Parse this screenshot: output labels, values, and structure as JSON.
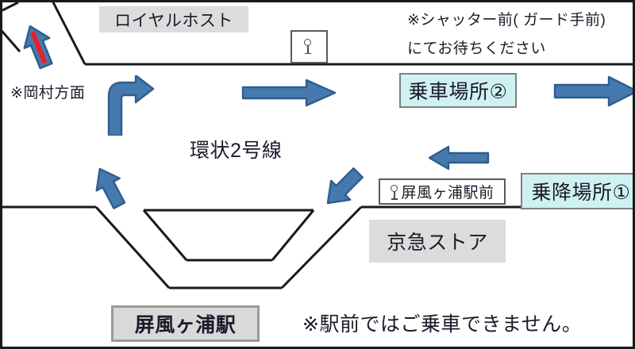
{
  "diagram": {
    "title_area": "Station bus boarding-area map",
    "colors": {
      "arrow_fill": "#4679ad",
      "arrow_stroke": "#2f5d8e",
      "arrow_red_stripe": "#e8202a",
      "highlight_cyan": "#cff1f2",
      "label_gray": "#dcdcdc",
      "road_line": "#1a1a1a",
      "border": "#1a1a1a"
    },
    "labels": {
      "royal_host": "ロイヤルホスト",
      "shutter_note_line1": "※シャッター前( ガード手前)",
      "shutter_note_line2": "にてお待ちください",
      "okamura_direction": "※岡村方面",
      "route_name": "環状2号線",
      "boarding_area_2": "乗車場所②",
      "boarding_area_1": "乗降場所①",
      "station_front_stop": "屏風ヶ浦駅前",
      "keikyu_store": "京急ストア",
      "station_name": "屏風ヶ浦駅",
      "no_boarding_note": "※駅前ではご乗車できません。"
    },
    "icons": {
      "bus_stop_pole": "bus-stop-pole-icon",
      "bus_stop_box": "bus-stop-sign-icon"
    },
    "arrows": [
      {
        "name": "arrow-up-left-okamura",
        "direction": "up-left",
        "stripe": "red"
      },
      {
        "name": "arrow-elbow-up-right",
        "direction": "elbow-up-right",
        "stripe": "none"
      },
      {
        "name": "arrow-right-mid-upper",
        "direction": "right",
        "stripe": "none"
      },
      {
        "name": "arrow-right-top-edge",
        "direction": "right",
        "stripe": "none"
      },
      {
        "name": "arrow-left-toward-area1",
        "direction": "left",
        "stripe": "none"
      },
      {
        "name": "arrow-up-left-lower",
        "direction": "up-left",
        "stripe": "none"
      },
      {
        "name": "arrow-down-left-lower",
        "direction": "down-left",
        "stripe": "none"
      }
    ]
  }
}
